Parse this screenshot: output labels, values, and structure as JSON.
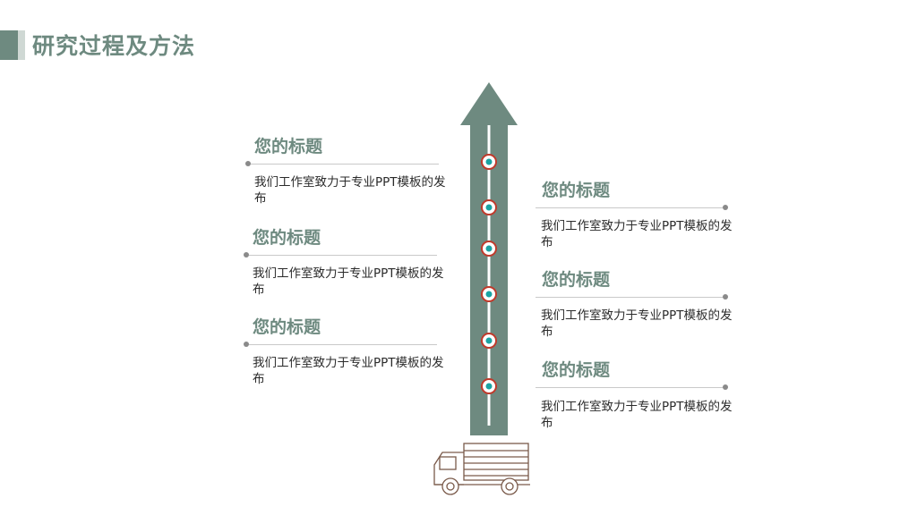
{
  "slide": {
    "title": "研究过程及方法"
  },
  "items": [
    {
      "title": "您的标题",
      "desc": "我们工作室致力于专业PPT模板的发布"
    },
    {
      "title": "您的标题",
      "desc": "我们工作室致力于专业PPT模板的发布"
    },
    {
      "title": "您的标题",
      "desc": "我们工作室致力于专业PPT模板的发布"
    },
    {
      "title": "您的标题",
      "desc": "我们工作室致力于专业PPT模板的发布"
    },
    {
      "title": "您的标题",
      "desc": "我们工作室致力于专业PPT模板的发布"
    },
    {
      "title": "您的标题",
      "desc": "我们工作室致力于专业PPT模板的发布"
    }
  ],
  "colors": {
    "accent": "#6e8a80",
    "node_ring": "#c0392b",
    "node_center": "#1aa3a3"
  }
}
